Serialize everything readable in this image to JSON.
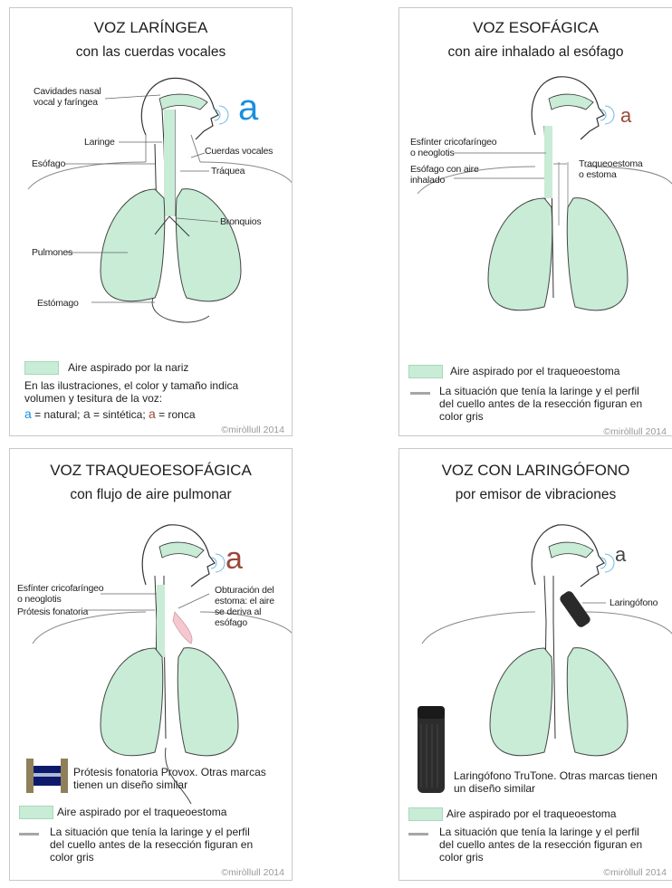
{
  "panels": {
    "p1": {
      "title": "VOZ LARÍNGEA",
      "subtitle": "con las cuerdas vocales",
      "big_a": "a",
      "labels": {
        "cavidades": "Cavidades nasal\nvocal y faríngea",
        "laringe": "Laringe",
        "cuerdas": "Cuerdas vocales",
        "esofago": "Esófago",
        "traquea": "Tráquea",
        "bronquios": "Bronquios",
        "pulmones": "Pulmones",
        "estomago": "Estómago"
      },
      "legend_air": "Aire aspirado por la nariz",
      "legend_note": "En las ilustraciones, el color y tamaño indica volumen y tesitura de la voz:",
      "key_natural_glyph": "a",
      "key_natural_text": " = natural; ",
      "key_sintetica_glyph": "a",
      "key_sintetica_text": " = sintética; ",
      "key_ronca_glyph": "a",
      "key_ronca_text": " = ronca",
      "copyright": "©miròllull 2014"
    },
    "p2": {
      "title": "VOZ ESOFÁGICA",
      "subtitle": "con aire inhalado al esófago",
      "big_a": "a",
      "labels": {
        "esfinter": "Esfínter cricofaríngeo\no neoglotis",
        "esofago_aire": "Esófago con aire\ninhalado",
        "traqueoestoma": "Traqueoestoma\no estoma"
      },
      "legend_air": "Aire aspirado por el traqueoestoma",
      "legend_grey": "La situación que tenía la laringe y el perfil del cuello antes de la resección figuran en color gris",
      "copyright": "©miròllull 2014"
    },
    "p3": {
      "title": "VOZ TRAQUEOESOFÁGICA",
      "subtitle": "con flujo de aire pulmonar",
      "big_a": "a",
      "labels": {
        "esfinter": "Esfínter cricofaríngeo\no neoglotis",
        "protesis": "Prótesis fonatoria",
        "obturacion": "Obturación del\nestoma: el aire\nse deriva al\nesófago"
      },
      "caption": "Prótesis fonatoria Provox. Otras marcas tienen un diseño similar",
      "legend_air": "Aire aspirado por el traqueoestoma",
      "legend_grey": "La situación que tenía la laringe y el perfil del cuello antes de la resección figuran en color gris",
      "copyright": "©miròllull 2014"
    },
    "p4": {
      "title": "VOZ CON LARINGÓFONO",
      "subtitle": "por emisor de vibraciones",
      "big_a": "a",
      "labels": {
        "laringofono": "Laringófono"
      },
      "caption": "Laringófono TruTone. Otras marcas tienen un diseño similar",
      "legend_air": "Aire aspirado por el traqueoestoma",
      "legend_grey": "La situación que tenía la laringe y el perfil del cuello antes de la resección figuran en color gris",
      "copyright": "©miròllull 2014"
    }
  },
  "colors": {
    "air_green": "#c8ecd6",
    "natural_blue": "#1a8fe0",
    "rough_brown": "#9a4a3a",
    "grey": "#a6a6a6"
  }
}
